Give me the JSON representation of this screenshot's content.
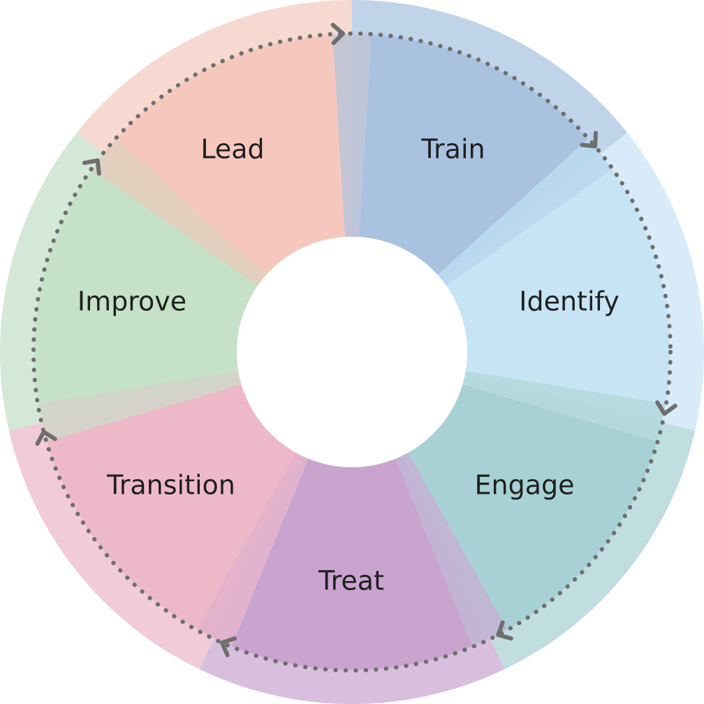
{
  "diagram": {
    "segments": [
      {
        "id": "lead",
        "label": "Lead",
        "outer": "#f6d9d0",
        "inner": "#f6c8bd",
        "blend": "#e2cdbb"
      },
      {
        "id": "train",
        "label": "Train",
        "outer": "#c0d4e9",
        "inner": "#a8c2e0",
        "blend": "#bfc3d6"
      },
      {
        "id": "identify",
        "label": "Identify",
        "outer": "#d7ecf8",
        "inner": "#c6e4f4",
        "blend": "#b8d8ee"
      },
      {
        "id": "engage",
        "label": "Engage",
        "outer": "#c0dde0",
        "inner": "#a7d1d4",
        "blend": "#b1d8dc"
      },
      {
        "id": "treat",
        "label": "Treat",
        "outer": "#d8bfde",
        "inner": "#c8a4cf",
        "blend": "#c0b2d3"
      },
      {
        "id": "transition",
        "label": "Transition",
        "outer": "#f1ccd8",
        "inner": "#edb8c7",
        "blend": "#e1b0cb"
      },
      {
        "id": "improve",
        "label": "Improve",
        "outer": "#d4e8d7",
        "inner": "#c5e1c7",
        "blend": "#d2d4c8"
      }
    ],
    "center_color": "#ffffff",
    "cycle_color": "#6e6e6e"
  }
}
